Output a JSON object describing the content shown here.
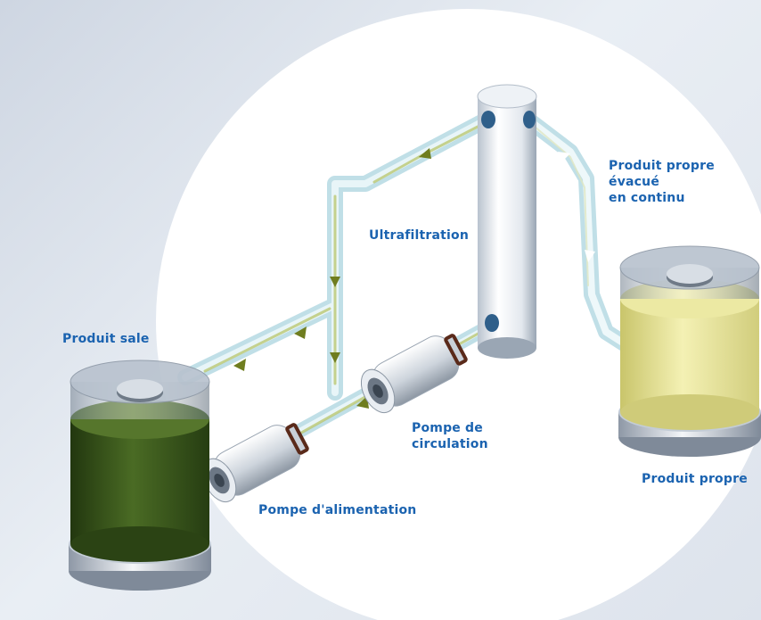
{
  "labels": {
    "dirty_product": "Produit sale",
    "feed_pump": "Pompe d'alimentation",
    "circulation_pump_line1": "Pompe de",
    "circulation_pump_line2": "circulation",
    "ultrafiltration": "Ultrafiltration",
    "clean_discharged_line1": "Produit propre évacué",
    "clean_discharged_line2": "en continu",
    "clean_product": "Produit propre"
  },
  "colors": {
    "label_text": "#1b63b0",
    "dirty_liquid": "#3b5a1e",
    "clean_liquid": "#e6e39a",
    "flow_arrow": "#6f7d1f",
    "pipe": "#d6ecf2"
  },
  "icons": [
    "dirty-tank-icon",
    "clean-tank-icon",
    "ultrafiltration-module-icon",
    "feed-pump-icon",
    "circulation-pump-icon",
    "flow-arrow-icon"
  ]
}
